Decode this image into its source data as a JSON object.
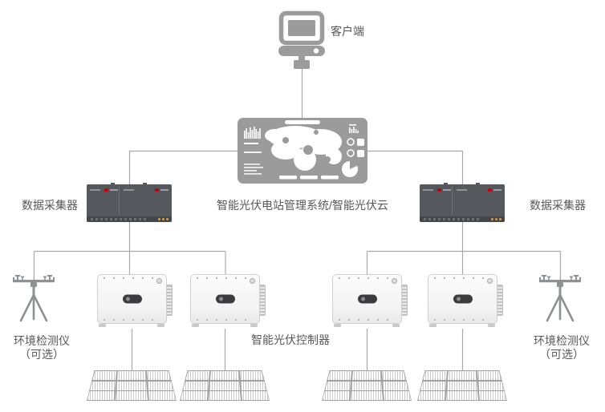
{
  "diagram": {
    "type": "smart-pv-system-architecture",
    "nodes": {
      "client": {
        "label": "客户端"
      },
      "management_system": {
        "label": "智能光伏电站管理系统/智能光伏云"
      },
      "data_collector_left": {
        "label": "数据采集器"
      },
      "data_collector_right": {
        "label": "数据采集器"
      },
      "pv_controller": {
        "label": "智能光伏控制器"
      },
      "emi_left": {
        "name": "环境检测仪",
        "optional": "（可选）"
      },
      "emi_right": {
        "name": "环境检测仪",
        "optional": "（可选）"
      }
    },
    "icons": [
      "client-computer-icon",
      "management-dashboard-icon",
      "data-collector-icon",
      "inverter-icon",
      "emi-tripod-icon",
      "solar-panel-array-icon"
    ],
    "colors": {
      "background": "#ffffff",
      "text": "#595757",
      "connection_line": "#a9a9a9",
      "device_gray": "#9b9b9b",
      "collector_body": "#55585c",
      "collector_logo_red": "#c7000b",
      "collector_port_orange": "#dd9b3f",
      "inverter_body": "#f5f5f5",
      "panel_outline": "#a2a2a2"
    }
  }
}
